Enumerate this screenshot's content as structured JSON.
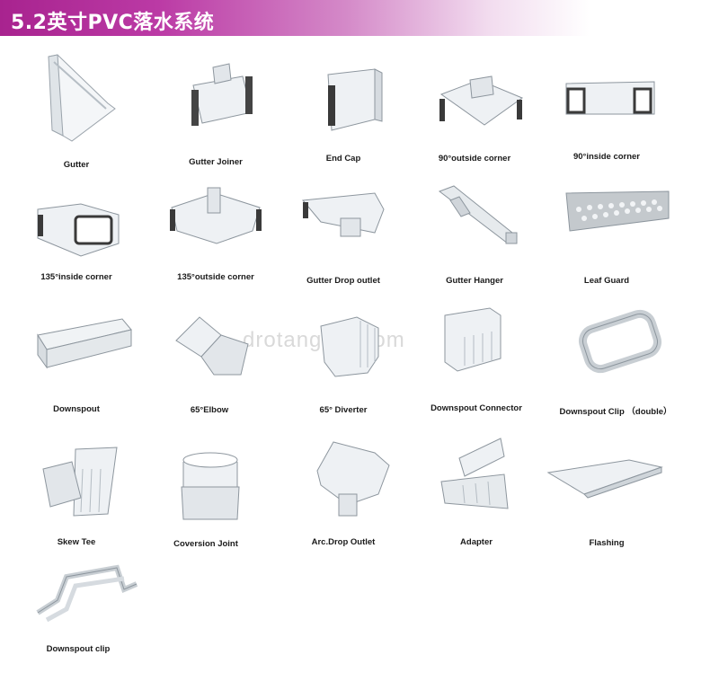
{
  "banner": {
    "title": "5.2英寸PVC落水系统",
    "color": "#b02a97"
  },
  "watermark": "drotang.en.com",
  "products": [
    {
      "name": "Gutter",
      "icon": "gutter-icon"
    },
    {
      "name": "Gutter Joiner",
      "icon": "gutter-joiner-icon"
    },
    {
      "name": "End Cap",
      "icon": "end-cap-icon"
    },
    {
      "name": "90°outside corner",
      "icon": "outside-corner-90-icon"
    },
    {
      "name": "90°inside corner",
      "icon": "inside-corner-90-icon"
    },
    {
      "name": "135°inside corner",
      "icon": "inside-corner-135-icon"
    },
    {
      "name": "135°outside corner",
      "icon": "outside-corner-135-icon"
    },
    {
      "name": "Gutter Drop outlet",
      "icon": "gutter-drop-outlet-icon"
    },
    {
      "name": "Gutter Hanger",
      "icon": "gutter-hanger-icon"
    },
    {
      "name": "Leaf Guard",
      "icon": "leaf-guard-icon"
    },
    {
      "name": "Downspout",
      "icon": "downspout-icon"
    },
    {
      "name": "65°Elbow",
      "icon": "elbow-65-icon"
    },
    {
      "name": "65° Diverter",
      "icon": "diverter-65-icon"
    },
    {
      "name": "Downspout Connector",
      "icon": "downspout-connector-icon"
    },
    {
      "name": "Downspout Clip （double）",
      "icon": "downspout-clip-double-icon"
    },
    {
      "name": "Skew Tee",
      "icon": "skew-tee-icon"
    },
    {
      "name": "Coversion Joint",
      "icon": "conversion-joint-icon"
    },
    {
      "name": "Arc.Drop Outlet",
      "icon": "arc-drop-outlet-icon"
    },
    {
      "name": "Adapter",
      "icon": "adapter-icon"
    },
    {
      "name": "Flashing",
      "icon": "flashing-icon"
    },
    {
      "name": "Downspout clip",
      "icon": "downspout-clip-icon"
    }
  ]
}
